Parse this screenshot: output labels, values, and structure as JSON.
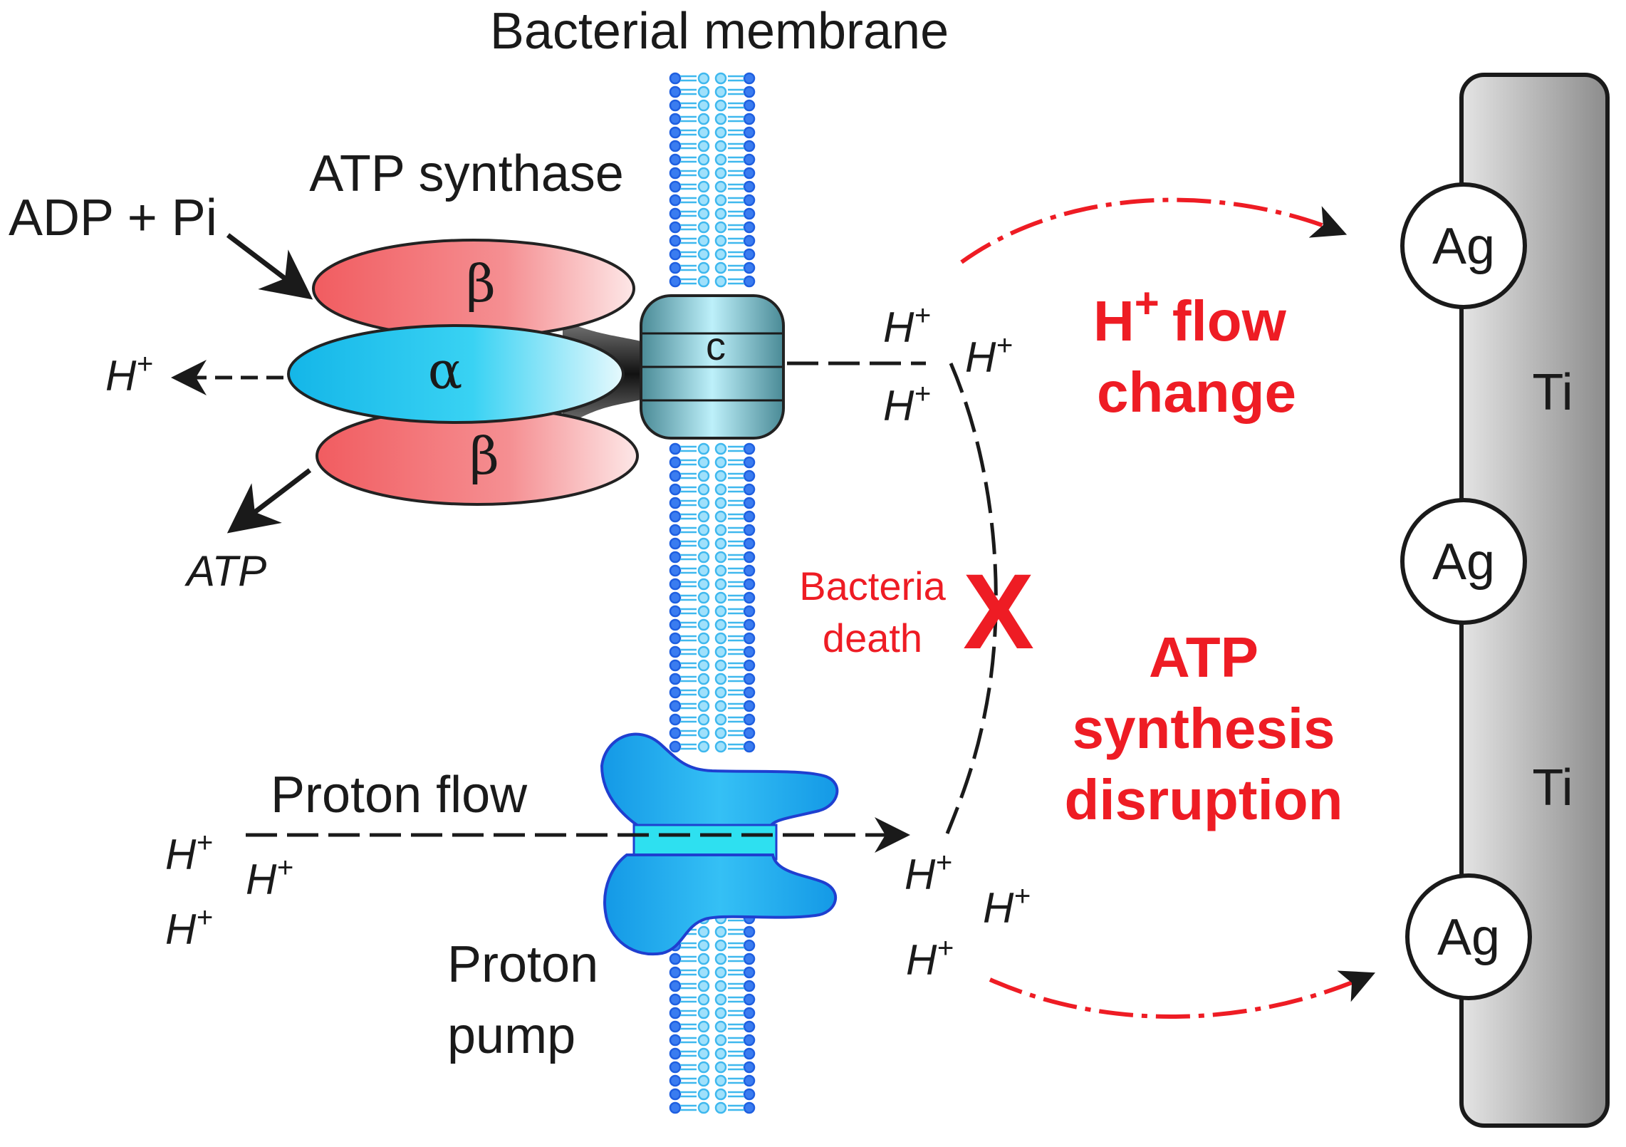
{
  "labels": {
    "membrane": "Bacterial membrane",
    "atp_synthase": "ATP synthase",
    "adp_pi": "ADP + Pi",
    "atp": "ATP",
    "beta": "β",
    "alpha": "α",
    "c_subunit": "c",
    "proton_flow": "Proton flow",
    "proton_pump_line1": "Proton",
    "proton_pump_line2": "pump",
    "bacteria_death_line1": "Bacteria",
    "bacteria_death_line2": "death",
    "x_mark": "X",
    "hflow_h": "H",
    "hflow_plus": "+",
    "hflow_flow": "flow",
    "hflow_change": "change",
    "atp_disrupt_1": "ATP",
    "atp_disrupt_2": "synthesis",
    "atp_disrupt_3": "disruption",
    "ti": "Ti",
    "ag": "Ag",
    "h": "H",
    "plus": "+"
  },
  "colors": {
    "beta_fill": "#f2787b",
    "alpha_fill": "#1ec8ef",
    "membrane_dark": "#1f5fe0",
    "membrane_light": "#3fb8ee",
    "pump_fill": "#1aa7ef",
    "accent_red": "#ee1c24",
    "rod_fill": "#b8b8b8"
  }
}
